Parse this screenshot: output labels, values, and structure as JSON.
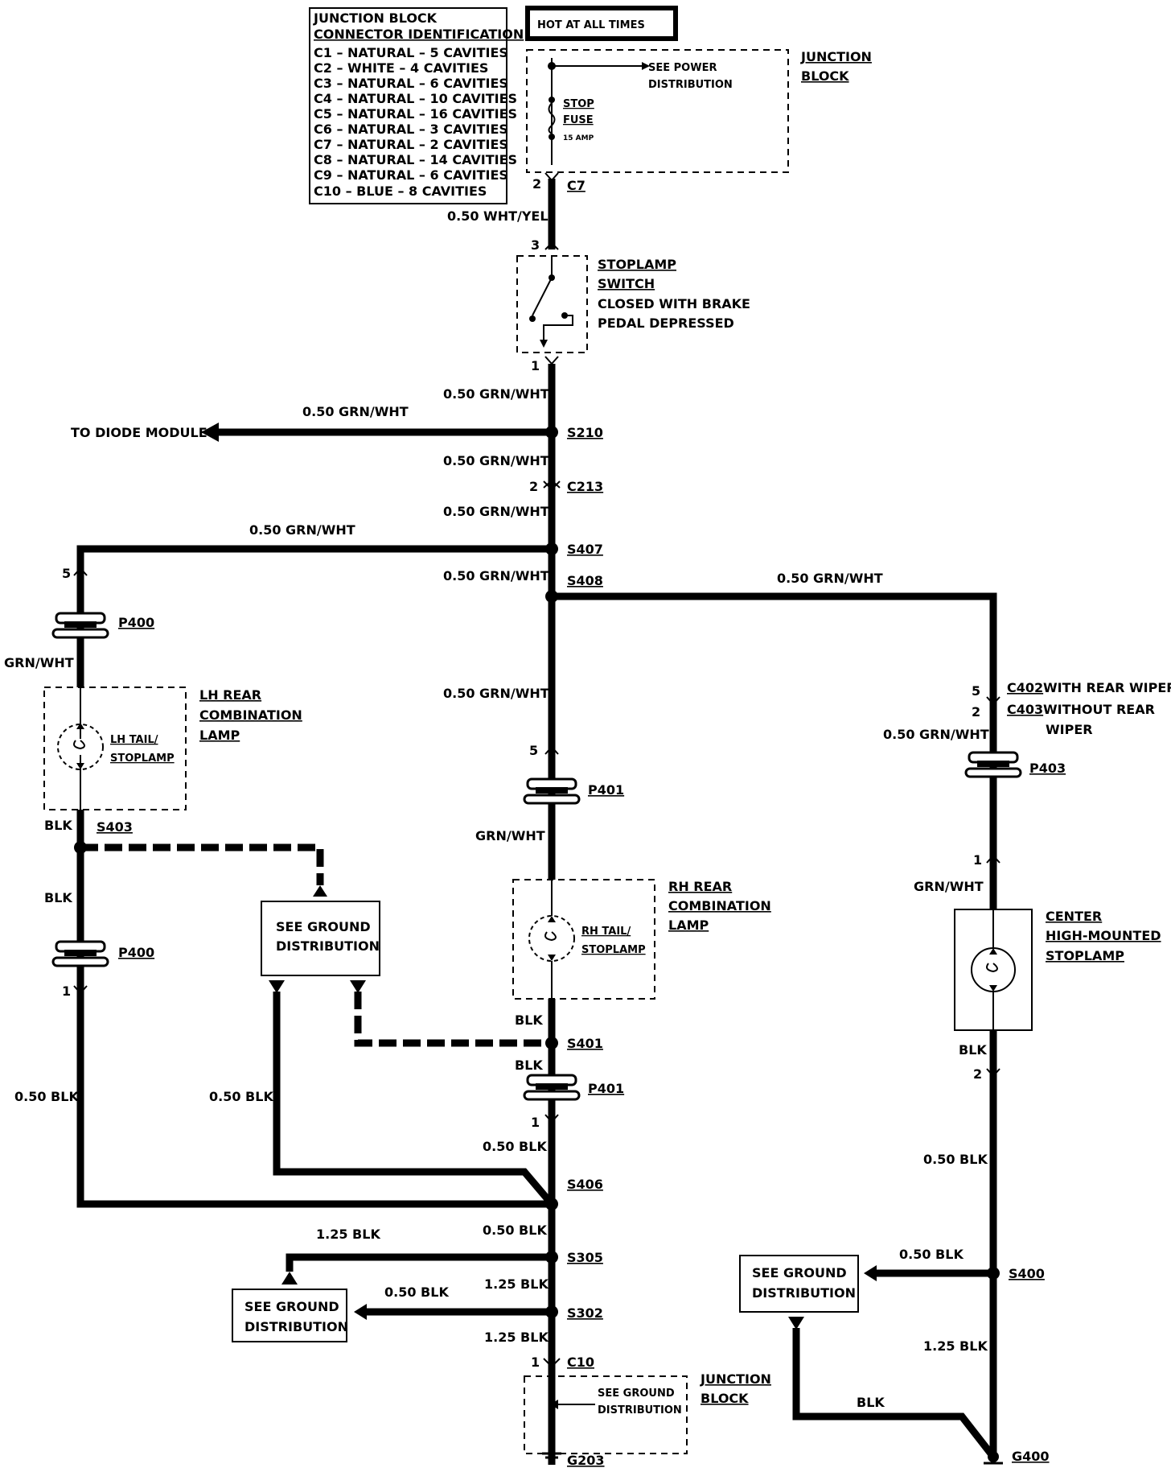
{
  "connector_table": {
    "title_line1": "JUNCTION BLOCK",
    "title_line2": "CONNECTOR IDENTIFICATION",
    "rows": [
      "C1 – NATURAL – 5 CAVITIES",
      "C2 – WHITE – 4 CAVITIES",
      "C3 – NATURAL – 6 CAVITIES",
      "C4 – NATURAL – 10 CAVITIES",
      "C5 – NATURAL – 16 CAVITIES",
      "C6 – NATURAL – 3 CAVITIES",
      "C7 – NATURAL – 2 CAVITIES",
      "C8 – NATURAL – 14 CAVITIES",
      "C9 – NATURAL – 6 CAVITIES",
      "C10 – BLUE – 8 CAVITIES"
    ]
  },
  "hot_label": "HOT AT ALL TIMES",
  "junction_block_top": {
    "label_line1": "JUNCTION",
    "label_line2": "BLOCK",
    "power_ref_line1": "SEE POWER",
    "power_ref_line2": "DISTRIBUTION",
    "fuse_line1": "STOP",
    "fuse_line2": "FUSE",
    "fuse_rating": "15 AMP",
    "pin": "2",
    "connector": "C7"
  },
  "stoplamp_switch": {
    "name_line1": "STOPLAMP",
    "name_line2": "SWITCH",
    "desc_line1": "CLOSED WITH BRAKE",
    "desc_line2": "PEDAL DEPRESSED",
    "pin_in": "3",
    "pin_out": "1"
  },
  "wires": {
    "w_wht_yel": "0.50 WHT/YEL",
    "w_sw_out": "0.50 GRN/WHT",
    "w_diode": "0.50 GRN/WHT",
    "w_s210_c213": "0.50 GRN/WHT",
    "w_c213_s407": "0.50 GRN/WHT",
    "w_s407_left": "0.50 GRN/WHT",
    "w_s408_down": "0.50 GRN/WHT",
    "w_s408_right": "0.50 GRN/WHT",
    "w_center_mid": "0.50 GRN/WHT",
    "w_lh_grn": "GRN/WHT",
    "w_rh_grn": "GRN/WHT",
    "w_chms_grn": "GRN/WHT",
    "w_c402_out": "0.50 GRN/WHT",
    "w_lh_blk1": "BLK",
    "w_lh_blk2": "BLK",
    "w_lh_blk3": "0.50 BLK",
    "w_gd_blk": "0.50 BLK",
    "w_rh_blk1": "BLK",
    "w_rh_blk2": "BLK",
    "w_s406_up": "0.50 BLK",
    "w_s406_down": "0.50 BLK",
    "w_s305_left": "1.25 BLK",
    "w_s305_down": "1.25 BLK",
    "w_s302_left": "0.50 BLK",
    "w_s302_down": "1.25 BLK",
    "w_chms_blk": "BLK",
    "w_chms_blk2": "0.50 BLK",
    "w_s400_left": "0.50 BLK",
    "w_s400_down": "1.25 BLK",
    "w_g400_left": "BLK"
  },
  "splices": {
    "s210": "S210",
    "s407": "S407",
    "s408": "S408",
    "s403": "S403",
    "s401": "S401",
    "s406": "S406",
    "s305": "S305",
    "s302": "S302",
    "s400": "S400"
  },
  "connectors": {
    "c213": "C213",
    "c213_pin": "2",
    "p400_top": "P400",
    "p400_bot": "P400",
    "p400_pin_top": "5",
    "p400_pin_bot": "1",
    "p401_top": "P401",
    "p401_bot": "P401",
    "p401_pin_top": "5",
    "p401_pin_bot": "1",
    "p403": "P403",
    "c402": "C402",
    "c402_pin": "5",
    "c402_note": "WITH REAR WIPER",
    "c403": "C403",
    "c403_pin": "2",
    "c403_note_line1": "WITHOUT REAR",
    "c403_note_line2": "WIPER",
    "chms_pin_top": "1",
    "chms_pin_bot": "2",
    "c10": "C10",
    "c10_pin": "1"
  },
  "diode_ref": "TO DIODE MODULE",
  "lh_lamp": {
    "name_line1": "LH REAR",
    "name_line2": "COMBINATION",
    "name_line3": "LAMP",
    "bulb_line1": "LH TAIL/",
    "bulb_line2": "STOPLAMP"
  },
  "rh_lamp": {
    "name_line1": "RH REAR",
    "name_line2": "COMBINATION",
    "name_line3": "LAMP",
    "bulb_line1": "RH TAIL/",
    "bulb_line2": "STOPLAMP"
  },
  "chms": {
    "name_line1": "CENTER",
    "name_line2": "HIGH-MOUNTED",
    "name_line3": "STOPLAMP"
  },
  "ground_refs": {
    "mid_line1": "SEE GROUND",
    "mid_line2": "DISTRIBUTION",
    "low_line1": "SEE GROUND",
    "low_line2": "DISTRIBUTION",
    "right_line1": "SEE GROUND",
    "right_line2": "DISTRIBUTION",
    "jb_line1": "SEE GROUND",
    "jb_line2": "DISTRIBUTION"
  },
  "junction_block_bottom": {
    "label_line1": "JUNCTION",
    "label_line2": "BLOCK",
    "ground": "G203"
  },
  "ground_g400": "G400"
}
